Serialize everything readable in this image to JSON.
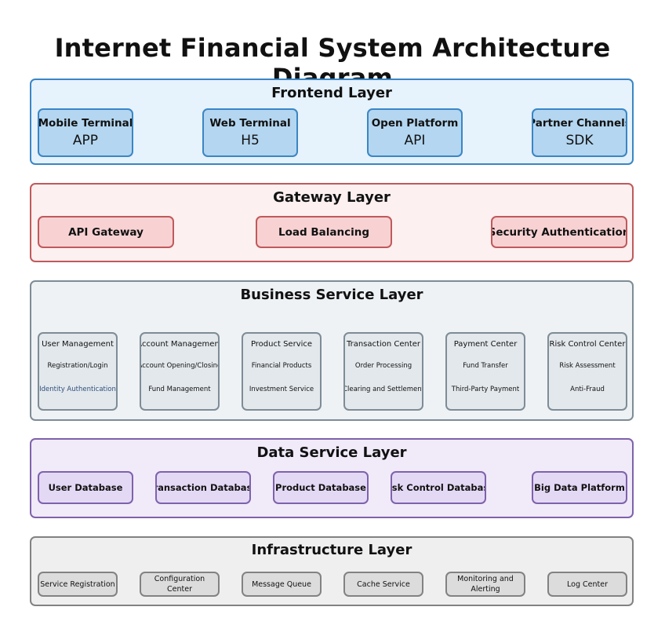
{
  "title": "Internet Financial System Architecture Diagram",
  "frontend": {
    "title": "Frontend Layer",
    "items": [
      {
        "label": "Mobile Terminal",
        "sub": "APP"
      },
      {
        "label": "Web Terminal",
        "sub": "H5"
      },
      {
        "label": "Open Platform",
        "sub": "API"
      },
      {
        "label": "Partner Channels",
        "sub": "SDK"
      }
    ]
  },
  "gateway": {
    "title": "Gateway Layer",
    "items": [
      "API Gateway",
      "Load Balancing",
      "Security Authentication"
    ]
  },
  "business": {
    "title": "Business Service Layer",
    "items": [
      {
        "label": "User Management",
        "items": [
          "Registration/Login",
          "Identity Authentication"
        ]
      },
      {
        "label": "Account Management",
        "items": [
          "Account Opening/Closing",
          "Fund Management"
        ]
      },
      {
        "label": "Product Service",
        "items": [
          "Financial Products",
          "Investment Service"
        ]
      },
      {
        "label": "Transaction Center",
        "items": [
          "Order Processing",
          "Clearing and Settlement"
        ]
      },
      {
        "label": "Payment Center",
        "items": [
          "Fund Transfer",
          "Third-Party Payment"
        ]
      },
      {
        "label": "Risk Control Center",
        "items": [
          "Risk Assessment",
          "Anti-Fraud"
        ]
      }
    ]
  },
  "data": {
    "title": "Data Service Layer",
    "items": [
      "User Database",
      "Transaction Database",
      "Product Database",
      "Risk Control Database",
      "Big Data Platform"
    ]
  },
  "infrastructure": {
    "title": "Infrastructure Layer",
    "items": [
      "Service Registration",
      "Configuration Center",
      "Message Queue",
      "Cache Service",
      "Monitoring and Alerting",
      "Log Center"
    ]
  },
  "colors": {
    "frontend": "#3a86c4",
    "gateway": "#c0595c",
    "business": "#7e8c96",
    "data": "#7e62ab",
    "infrastructure": "#828282"
  }
}
